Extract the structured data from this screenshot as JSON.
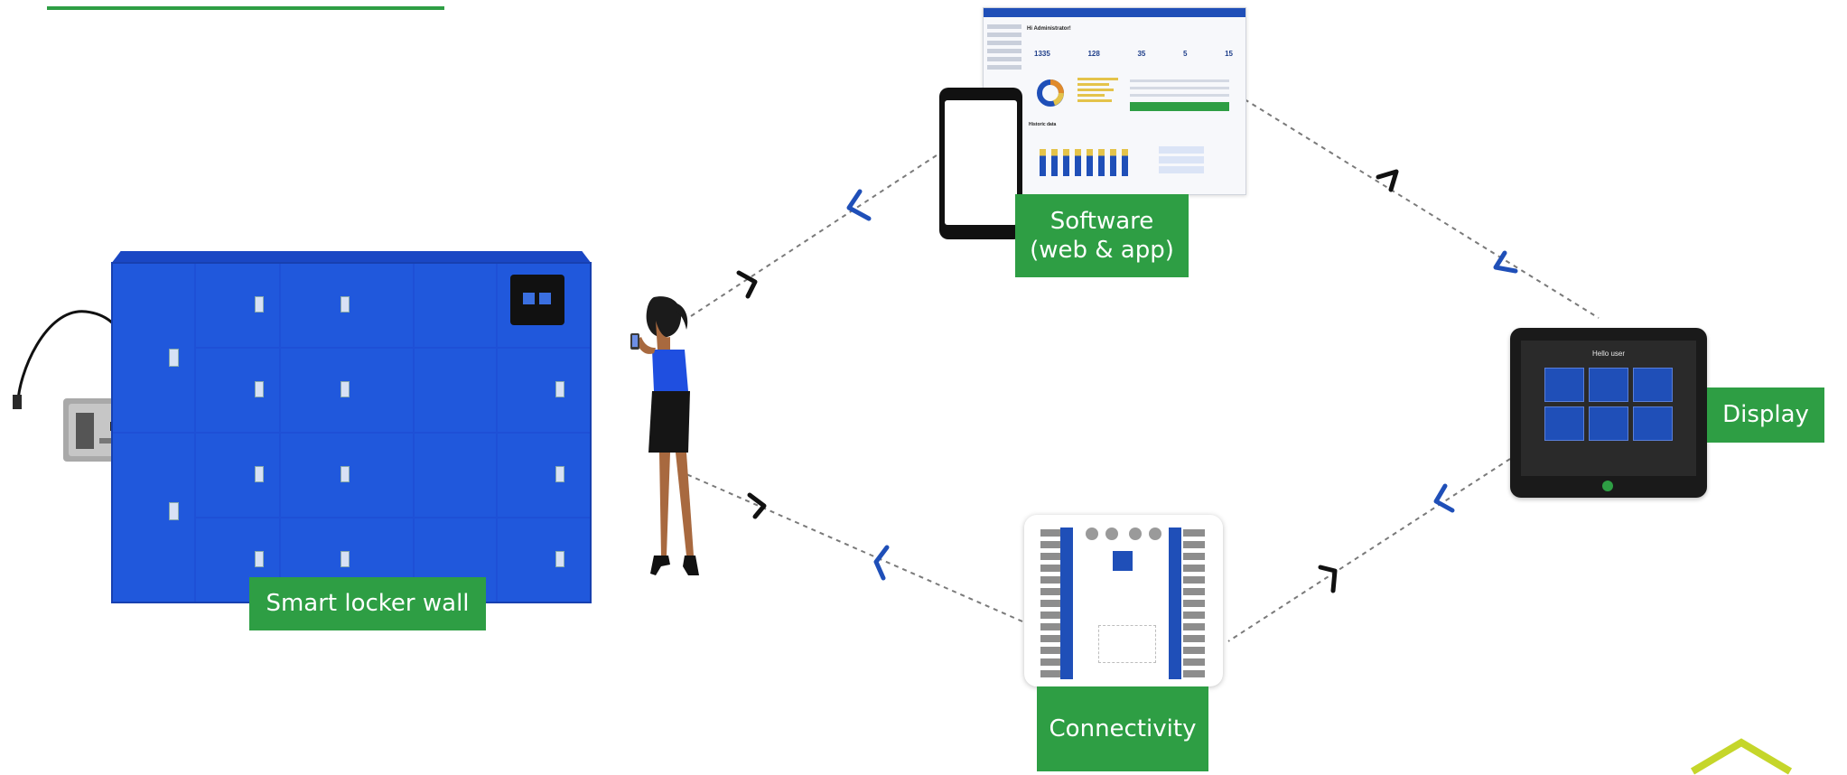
{
  "labels": {
    "locker": "Smart locker wall",
    "software_line1": "Software",
    "software_line2": "(web & app)",
    "display": "Display",
    "connectivity": "Connectivity"
  },
  "dashboard": {
    "title": "Hi Administrator!",
    "stats": [
      "1335",
      "128",
      "35",
      "5",
      "15"
    ],
    "section": "Historic data"
  },
  "display_screen": {
    "greeting": "Hello user"
  },
  "colors": {
    "locker_blue": "#1e50d6",
    "label_green": "#2e9e44",
    "connector_blue": "#1f4fb8"
  }
}
